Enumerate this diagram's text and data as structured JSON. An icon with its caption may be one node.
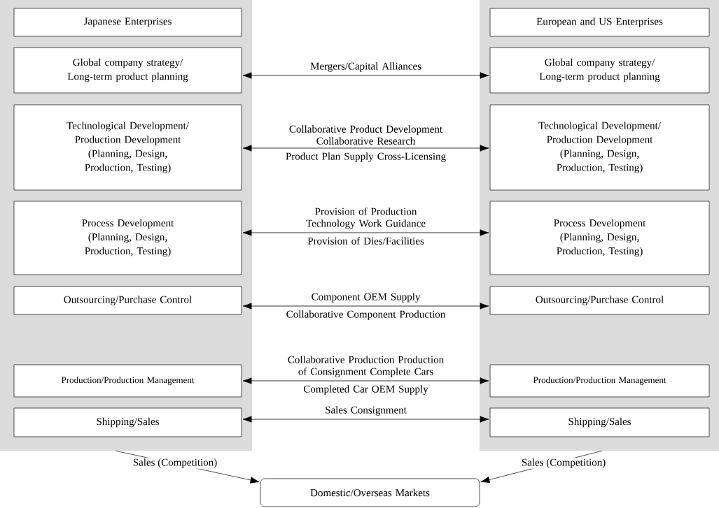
{
  "diagram": {
    "nodes": [
      {
        "text": [],
        "shape": "box"
      },
      {
        "text": [
          "Japanese Enterprises"
        ],
        "in": 0
      },
      {
        "text": [
          "Global company strategy/ Long-term product planning"
        ],
        "in": 0
      },
      {
        "text": [
          "Technological Development/ Production Development (Planning, Design, Production, Testing)"
        ],
        "in": 0
      },
      {
        "text": [
          "Process Development (Planning, Design, Production, Testing)"
        ],
        "in": 0
      },
      {
        "text": [
          "Outsourcing/Purchase Control"
        ],
        "in": 0
      },
      {
        "text": [
          "Production/Production Management"
        ],
        "in": 0
      },
      {
        "text": [
          "Shipping/Sales"
        ],
        "in": 0
      },
      {
        "text": [],
        "shape": "box"
      },
      {
        "text": [
          "European and US Enterprises"
        ],
        "in": 8
      },
      {
        "text": [
          "Global company strategy/ Long-term product planning"
        ],
        "in": 8
      },
      {
        "text": [
          "Technological Development/ Production Development (Planning, Design, Production, Testing)"
        ],
        "in": 8
      },
      {
        "text": [
          "Process Development (Planning, Design, Production, Testing)"
        ],
        "in": 8
      },
      {
        "text": [
          "Outsourcing/Purchase Control"
        ],
        "in": 8
      },
      {
        "text": [
          "Production/Production Management"
        ],
        "in": 8
      },
      {
        "text": [
          "Shipping/Sales"
        ],
        "in": 8
      },
      {
        "text": [
          "Domestic/Overseas Markets"
        ]
      }
    ],
    "edges": [
      {
        "from": 2,
        "to": 10,
        "arrow": "both",
        "label": "Mergers/Capital Alliances"
      },
      {
        "from": 3,
        "to": 11,
        "arrow": "both",
        "label": "Collaborative Product Development Collaborative Research"
      },
      {
        "from": 4,
        "to": 12,
        "arrow": "both",
        "label": "Provision of Production Technology Work Guidance"
      },
      {
        "from": 5,
        "to": 13,
        "arrow": "both",
        "label": "Component OEM Supply"
      },
      {
        "from": 6,
        "to": 14,
        "arrow": "both",
        "label": "Collaborative Production Production of Consignment Complete Cars"
      },
      {
        "from": 7,
        "to": 15,
        "arrow": "both",
        "label": "Sales Consignment"
      },
      {
        "from": 0,
        "to": 16,
        "arrow": "to",
        "label": "Sales (Competition)"
      },
      {
        "from": 8,
        "to": 16,
        "arrow": "to",
        "label": "Sales (Competition)"
      }
    ],
    "labels": [
      "Product Plan Supply Cross-Licensing",
      "Provision of Dies/Facilities",
      "Collaborative Component Production",
      "Completed Car OEM Supply"
    ]
  }
}
